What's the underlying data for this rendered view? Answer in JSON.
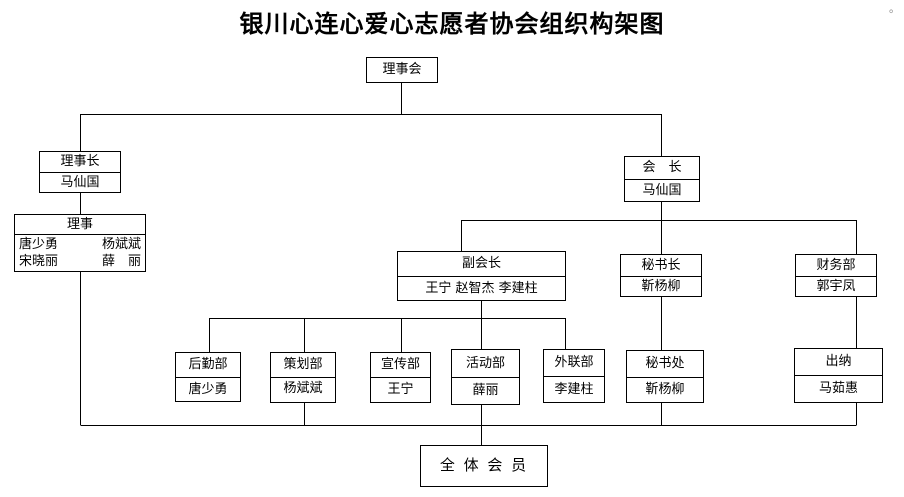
{
  "title": "银川心连心爱心志愿者协会组织构架图",
  "corner_mark": "。",
  "council": {
    "label": "理事会"
  },
  "chairman": {
    "title": "理事长",
    "name": "马仙国"
  },
  "directors": {
    "title": "理事",
    "rows": [
      [
        "唐少勇",
        "杨斌斌"
      ],
      [
        "宋晓丽",
        "薛　丽"
      ]
    ]
  },
  "president": {
    "title": "会　长",
    "name": "马仙国"
  },
  "vice_president": {
    "title": "副会长",
    "names": "王宁 赵智杰 李建柱"
  },
  "secretary_general": {
    "title": "秘书长",
    "name": "靳杨柳"
  },
  "finance_dept": {
    "title": "财务部",
    "name": "郭宇凤"
  },
  "departments": [
    {
      "title": "后勤部",
      "name": "唐少勇"
    },
    {
      "title": "策划部",
      "name": "杨斌斌"
    },
    {
      "title": "宣传部",
      "name": "王宁"
    },
    {
      "title": "活动部",
      "name": "薛丽"
    },
    {
      "title": "外联部",
      "name": "李建柱"
    }
  ],
  "secretariat": {
    "title": "秘书处",
    "name": "靳杨柳"
  },
  "cashier": {
    "title": "出纳",
    "name": "马茹惠"
  },
  "all_members": {
    "label": "全 体 会 员"
  }
}
